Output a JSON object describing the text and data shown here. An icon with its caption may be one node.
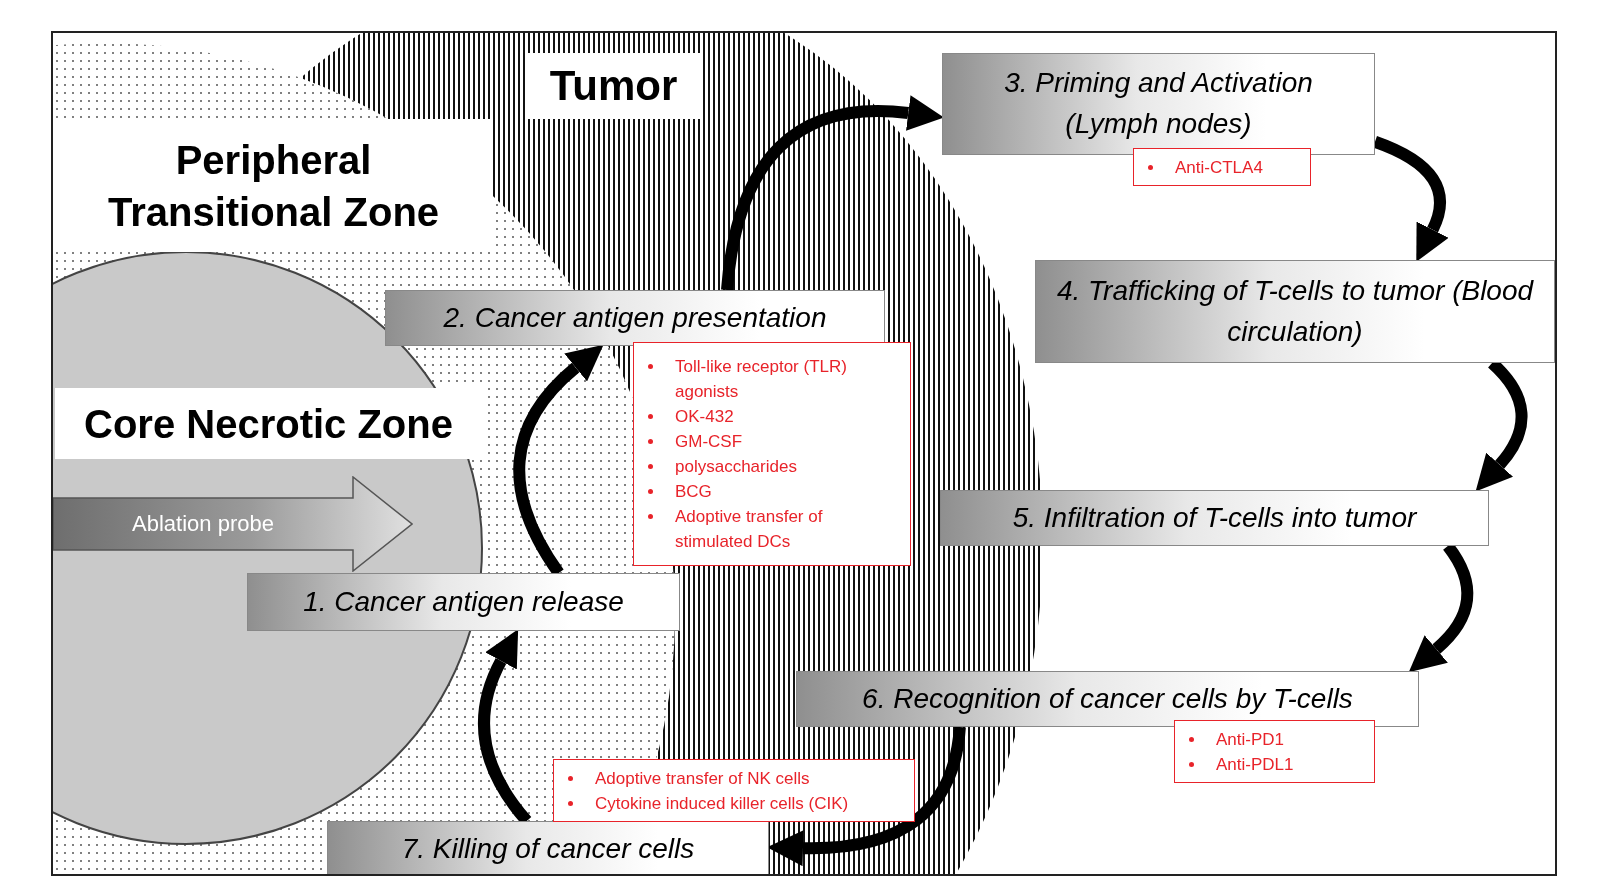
{
  "diagram": {
    "nodes": [
      {
        "text": [
          "Ablation probe"
        ]
      },
      {
        "text": [
          "1. Cancer antigen release"
        ]
      },
      {
        "text": [
          "2. Cancer antigen presentation"
        ]
      },
      {
        "text": [
          "Toll-like receptor (TLR) agonists",
          "OK-432",
          "GM-CSF",
          "polysaccharides",
          "BCG",
          "Adoptive transfer of stimulated DCs"
        ]
      },
      {
        "text": [
          "3. Priming and Activation (Lymph nodes)"
        ]
      },
      {
        "text": [
          "Anti-CTLA4"
        ]
      },
      {
        "text": [
          "4. Trafficking of T-cells to tumor (Blood circulation)"
        ]
      },
      {
        "text": [
          "5. Infiltration of T-cells into tumor"
        ]
      },
      {
        "text": [
          "6. Recognition of cancer cells by T-cells"
        ]
      },
      {
        "text": [
          "Anti-PD1",
          "Anti-PDL1"
        ]
      },
      {
        "text": [
          "7. Killing of cancer cells"
        ]
      },
      {
        "text": [
          "Adoptive transfer of NK cells",
          "Cytokine induced killer cells (CIK)"
        ]
      }
    ],
    "edges": [
      {
        "from": 1,
        "to": 2,
        "arrow": "to"
      },
      {
        "from": 2,
        "to": 4,
        "arrow": "to"
      },
      {
        "from": 4,
        "to": 6,
        "arrow": "to"
      },
      {
        "from": 6,
        "to": 7,
        "arrow": "to"
      },
      {
        "from": 7,
        "to": 8,
        "arrow": "to"
      },
      {
        "from": 8,
        "to": 10,
        "arrow": "to"
      },
      {
        "from": 10,
        "to": 1,
        "arrow": "to"
      }
    ],
    "labels": [
      "Tumor",
      "Peripheral Transitional Zone",
      "Core Necrotic Zone"
    ]
  }
}
